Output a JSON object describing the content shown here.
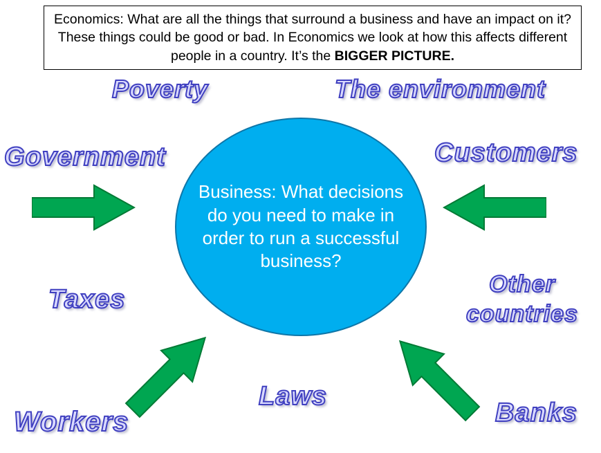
{
  "header": {
    "text": "Economics: What are all the things that surround a business and have an impact on it? These things could be good or bad. In Economics we look at how this affects different people in a country. It’s the ",
    "bold": "BIGGER PICTURE."
  },
  "center": {
    "lead": "Business: ",
    "body": "What decisions do you need to make in order to run a successful business?"
  },
  "labels": {
    "poverty": "Poverty",
    "environment": "The environment",
    "government": "Government",
    "customers": "Customers",
    "taxes": "Taxes",
    "other_countries_line1": "Other",
    "other_countries_line2": "countries",
    "workers": "Workers",
    "laws": "Laws",
    "banks": "Banks"
  },
  "icons": {
    "left_arrow": "right-pointing-block-arrow",
    "right_arrow": "left-pointing-block-arrow",
    "bottom_left_arrow": "up-right-pointing-block-arrow",
    "bottom_right_arrow": "up-left-pointing-block-arrow"
  },
  "colors": {
    "arrow_green": "#00a651",
    "arrow_green_edge": "#007a35",
    "ellipse_blue": "#00aeef",
    "wordart_outline_blue": "#4040c0",
    "wordart_fill": "#d9d9ff",
    "text_white": "#ffffff",
    "text_black": "#000000"
  }
}
